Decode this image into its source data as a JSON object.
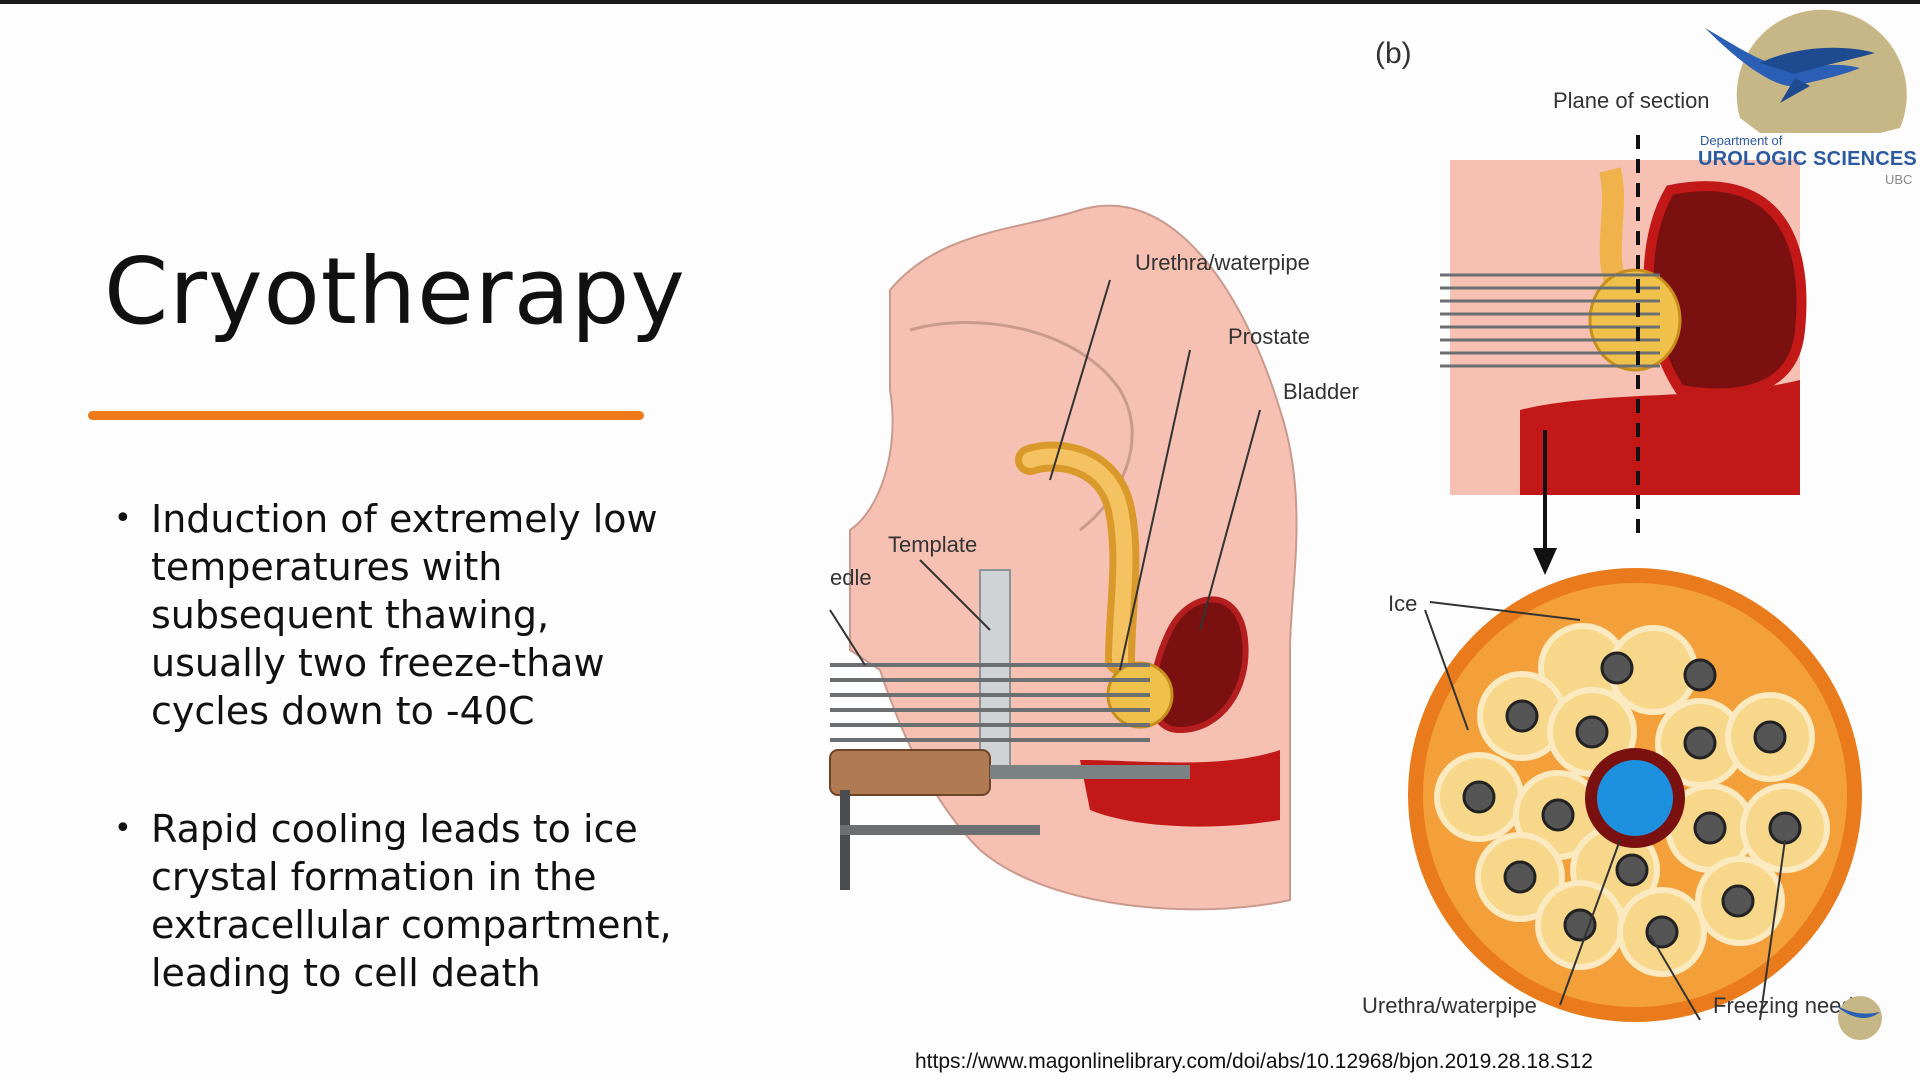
{
  "slide": {
    "title": "Cryotherapy",
    "bullets": [
      "Induction of extremely low temperatures with subsequent thawing, usually two freeze-thaw cycles down to -40C",
      "Rapid cooling leads to ice crystal formation in the extracellular compartment, leading to cell death"
    ],
    "source_url": "https://www.magonlinelibrary.com/doi/abs/10.12968/bjon.2019.28.18.S12"
  },
  "figure": {
    "panel_label": "(b)",
    "labels": {
      "urethra_top": "Urethra/waterpipe",
      "prostate": "Prostate",
      "bladder": "Bladder",
      "template": "Template",
      "needle_cut": "edle",
      "plane_of_section": "Plane of section",
      "ice": "Ice",
      "urethra_bottom": "Urethra/waterpipe",
      "freezing_needle": "Freezing needle"
    }
  },
  "logo": {
    "department": "Department of",
    "name": "UROLOGIC SCIENCES",
    "sub": "UBC"
  },
  "colors": {
    "accent_underline": "#f07a1a",
    "skin": "#f6c1b2",
    "urethra": "#f0b24a",
    "bladder": "#7a1010",
    "ice_disc": "#f7d88a",
    "outer_ring": "#ea7b1c",
    "urethra_center": "#1e90e0",
    "logo_blue": "#2c5aa0"
  }
}
